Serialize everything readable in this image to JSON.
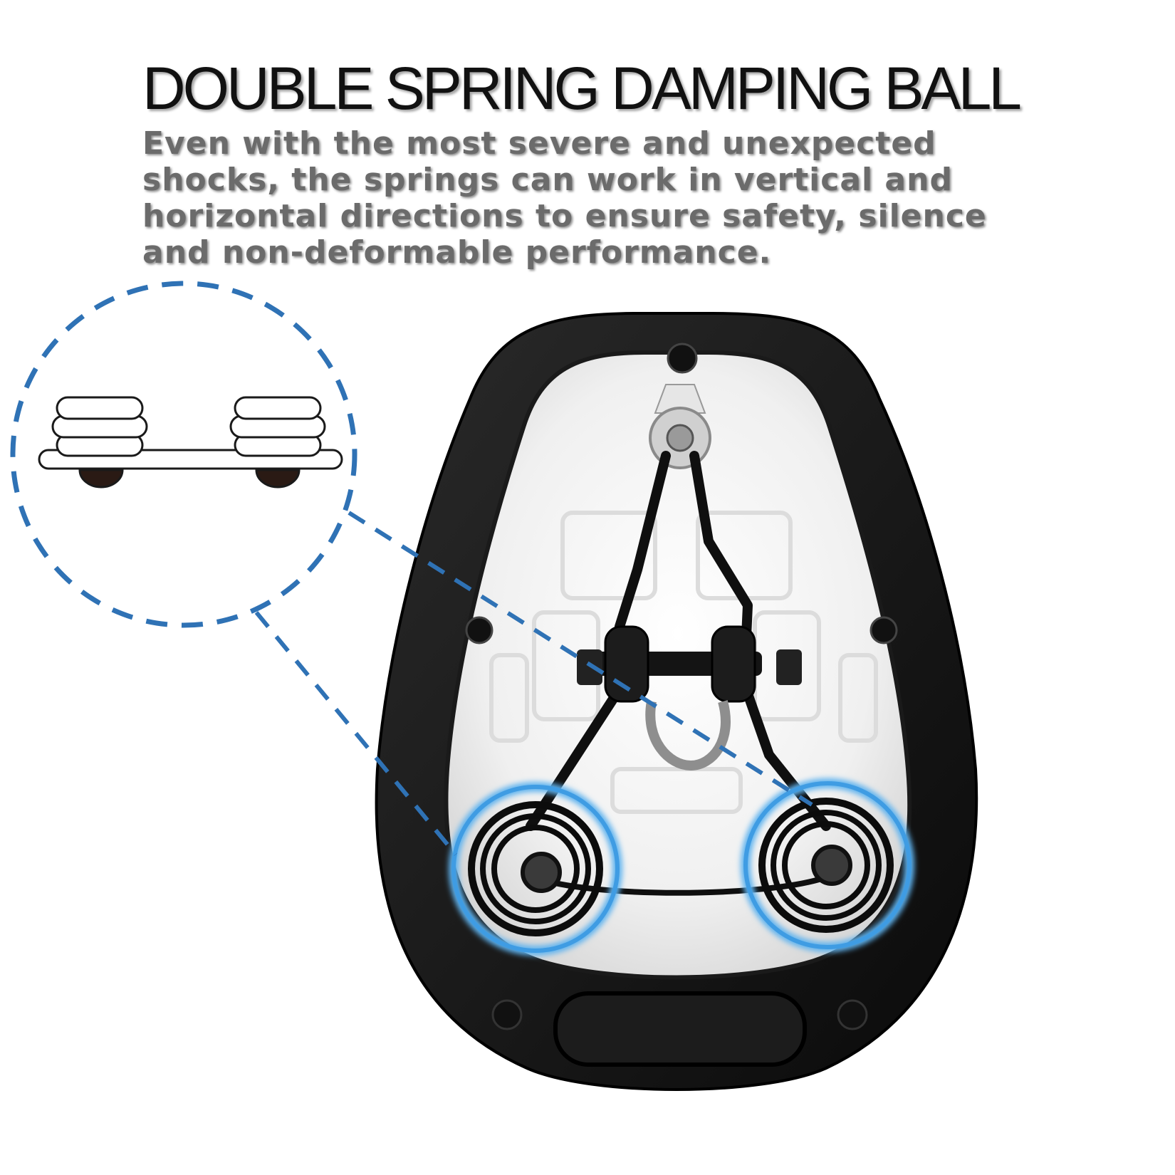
{
  "headline": "DOUBLE SPRING DAMPING BALL",
  "description_lines": [
    "Even with the most severe and unexpected",
    "shocks, the springs can work in vertical and",
    "horizontal directions to ensure safety, silence",
    "and non-deformable performance."
  ],
  "colors": {
    "headline": "#111111",
    "description": "#6b6b6b",
    "callout_dashes": "#2f72b5",
    "spring_highlight": "#5fb3ef",
    "saddle_shell": "#111111",
    "saddle_base": "#f2f2f2"
  }
}
